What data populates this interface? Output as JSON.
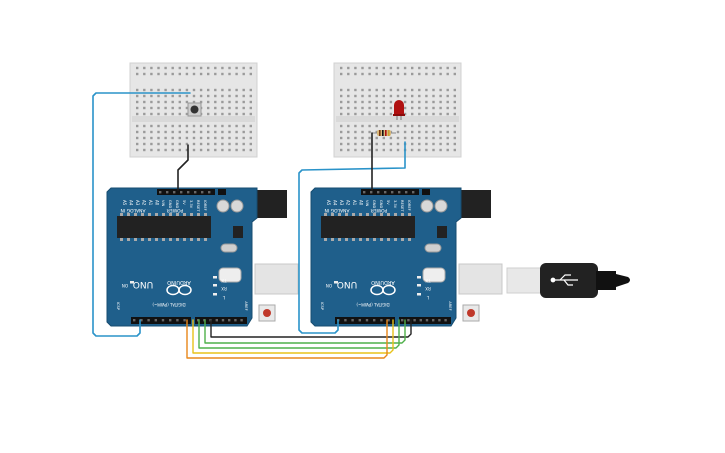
{
  "boards": [
    {
      "name": "left",
      "logo_text": "UNO",
      "brand_text": "ARDUINO",
      "analog_header": "ANALOG IN",
      "power_header": "POWER",
      "digital_header": "DIGITAL (PWM~)",
      "analog_pins": [
        "A5",
        "A4",
        "A3",
        "A2",
        "A1",
        "A0"
      ],
      "power_pins": [
        "VIN",
        "GND",
        "GND",
        "5V",
        "3.3V",
        "RESET",
        "IOREF"
      ],
      "tx_label": "TX",
      "rx_label": "RX",
      "l_label": "L",
      "on_label": "ON",
      "icsp_label": "ICSP",
      "aref_label": "AREF"
    },
    {
      "name": "right",
      "logo_text": "UNO",
      "brand_text": "ARDUINO",
      "analog_header": "ANALOG IN",
      "power_header": "POWER",
      "digital_header": "DIGITAL (PWM~)",
      "analog_pins": [
        "A5",
        "A4",
        "A3",
        "A2",
        "A1",
        "A0"
      ],
      "power_pins": [
        "VIN",
        "GND",
        "GND",
        "5V",
        "3.3V",
        "RESET",
        "IOREF"
      ],
      "tx_label": "TX",
      "rx_label": "RX",
      "l_label": "L",
      "on_label": "ON",
      "icsp_label": "ICSP",
      "aref_label": "AREF"
    }
  ],
  "components": {
    "pushbutton": "pushbutton",
    "led_color": "#b01010",
    "resistor_color": "#d8b87a"
  },
  "colors": {
    "board": "#1f5f8b",
    "breadboard": "#e6e6e6",
    "wire_blue": "#2a93c9",
    "wire_black": "#222222",
    "wire_green": "#4fb04a",
    "wire_yellow": "#e8c21a",
    "wire_orange": "#e8871a"
  }
}
